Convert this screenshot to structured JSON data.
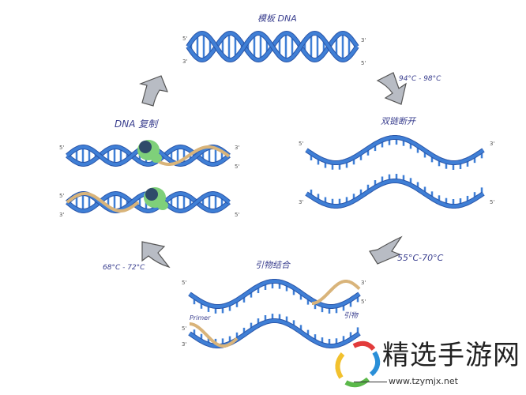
{
  "labels": {
    "template_dna": "模板 DNA",
    "denature_temp": "94°C - 98°C",
    "denature": "双链断开",
    "anneal_temp": "55°C-70°C",
    "anneal": "引物结合",
    "primer_cn": "引物",
    "primer_en": "Primer",
    "extend_temp": "68°C - 72°C",
    "replication": "DNA 复制"
  },
  "ends": {
    "five": "5'",
    "three": "3'"
  },
  "watermark": {
    "title": "精选手游网",
    "url": "www.tzymjx.net"
  },
  "colors": {
    "strand": "#3f7fd6",
    "strand_dark": "#2a55a8",
    "primer": "#d9b47a",
    "enzyme": "#7fd07a",
    "arrow": "#b8bcc4",
    "text": "#3a3f8f"
  }
}
